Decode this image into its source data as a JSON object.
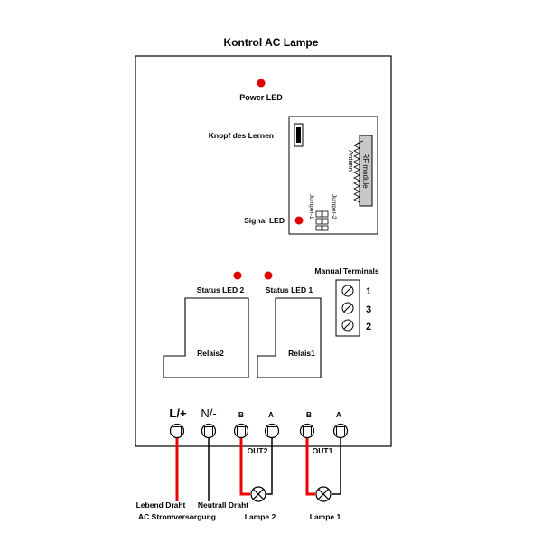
{
  "title": "Kontrol AC Lampe",
  "labels": {
    "power_led": "Power LED",
    "learn_button": "Knopf des Lernen",
    "signal_led": "Signal LED",
    "rf_module": "RF module",
    "antenna": "Antenn",
    "jumper_1": "Jumper-1",
    "jumper_2": "Jumper-2",
    "status_led_2": "Status LED 2",
    "status_led_1": "Status LED 1",
    "manual_terminals": "Manual Terminals",
    "relay_2": "Relais2",
    "relay_1": "Relais1"
  },
  "manual_terminals": [
    "1",
    "3",
    "2"
  ],
  "terminals": {
    "live": "L/+",
    "neutral": "N/-",
    "out2_b": "B",
    "out2_a": "A",
    "out1_b": "B",
    "out1_a": "A",
    "out2": "OUT2",
    "out1": "OUT1"
  },
  "wiring": {
    "live_wire": "Lebend Draht",
    "supply": "AC Stromversorgung",
    "neutral_wire": "Neutrall Draht",
    "lamp_2": "Lampe 2",
    "lamp_1": "Lampe 1"
  },
  "colors": {
    "led_red": "#e00000",
    "live_wire_red": "#ee0000",
    "module_fill": "#c8c8c8"
  }
}
